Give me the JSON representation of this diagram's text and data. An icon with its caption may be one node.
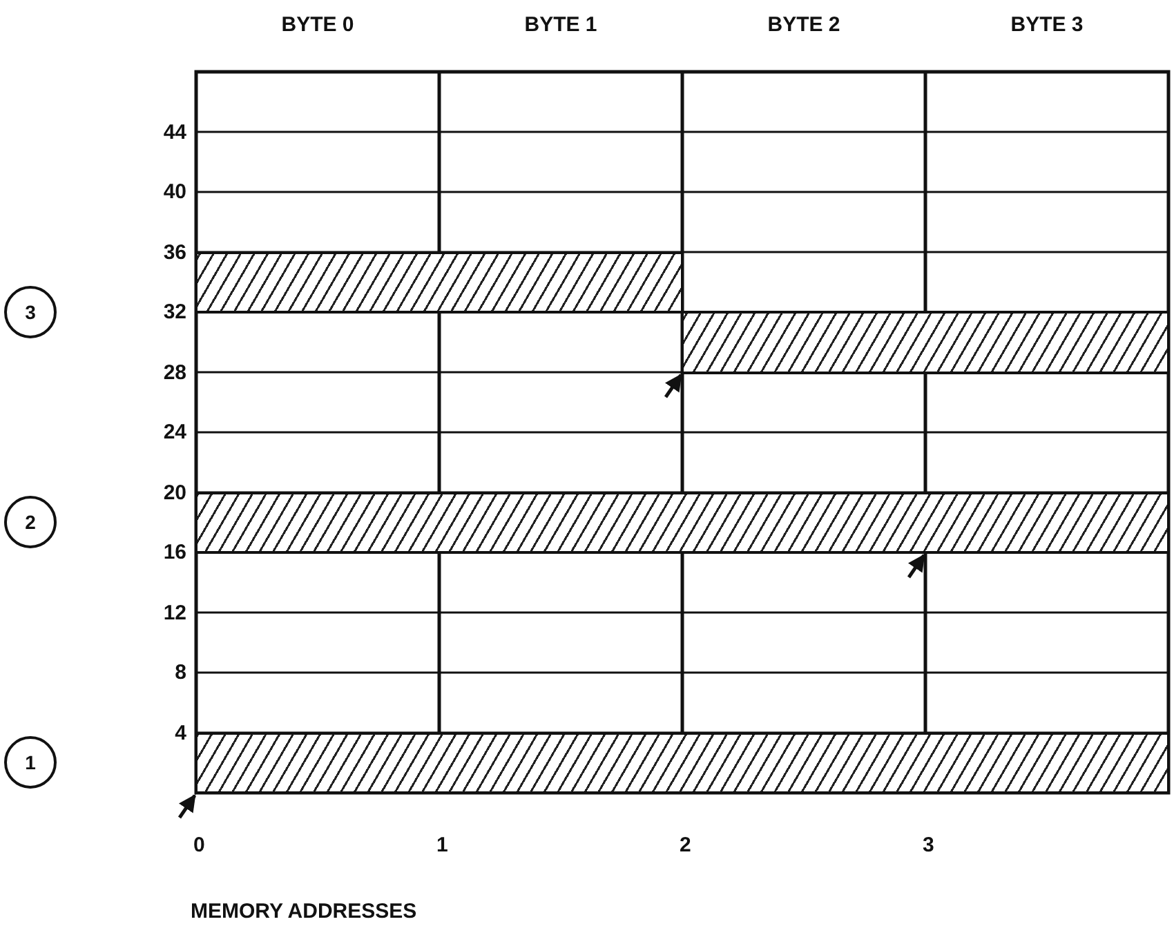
{
  "diagram": {
    "nodes": [
      {
        "text": [],
        "shape": "bar"
      },
      {
        "text": [],
        "shape": "bar"
      },
      {
        "text": [],
        "shape": "bar"
      },
      {
        "text": [],
        "shape": "bar"
      }
    ],
    "edges": [
      {
        "from": null,
        "to": 1,
        "arrow": "to"
      },
      {
        "from": null,
        "to": 2,
        "arrow": "to"
      },
      {
        "from": null,
        "to": 3,
        "arrow": "to"
      }
    ],
    "labels": [
      "BYTE 0",
      "BYTE 1",
      "BYTE 2",
      "BYTE 3",
      "44",
      "40",
      "36",
      "3",
      "32",
      "28",
      "24",
      "2",
      "20",
      "16",
      "12",
      "8",
      "1",
      "4",
      "0",
      "1",
      "2",
      "3",
      "MEMORY ADDRESSES"
    ]
  }
}
